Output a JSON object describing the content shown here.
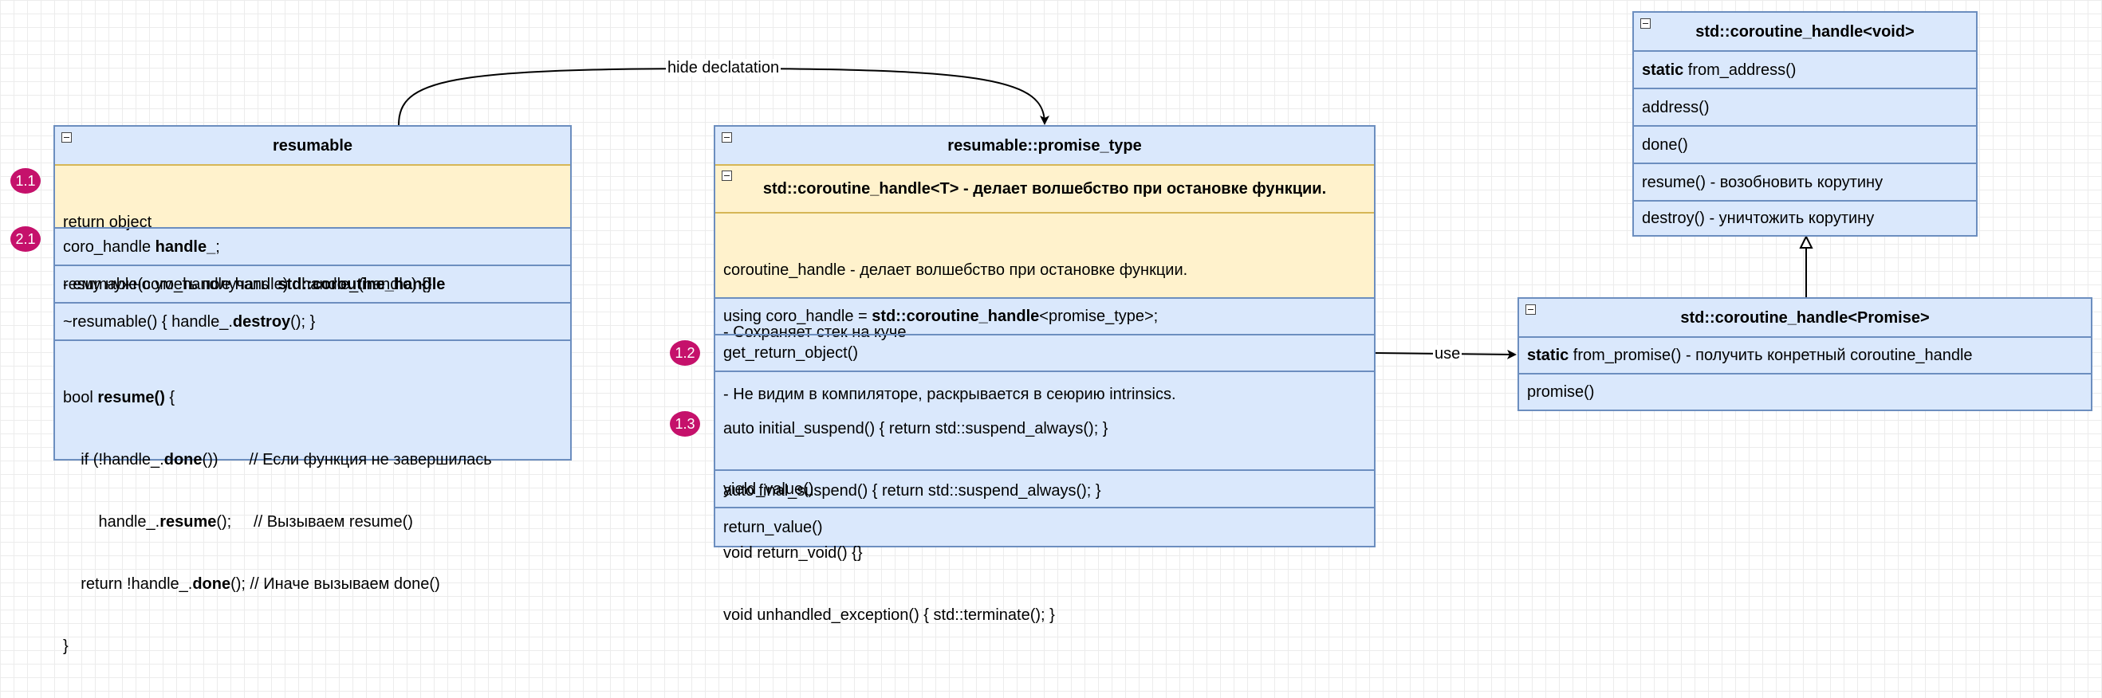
{
  "resumable": {
    "title": "resumable",
    "return_object_line1": "return object",
    "return_object_line2_prefix": "- ему нужно уметь получать  ",
    "return_object_line2_bold": "std::coroutine_handle",
    "field_prefix": "coro_handle ",
    "field_bold": "handle_",
    "field_suffix": ";",
    "ctor": "resumable(coro_handle handle) : handle_(handle) {}",
    "dtor_prefix": "~resumable() { handle_.",
    "dtor_bold": "destroy",
    "dtor_suffix": "(); }",
    "resume_l1_a": "bool ",
    "resume_l1_b": "resume()",
    "resume_l1_c": " {",
    "resume_l2_a": "    if (!handle_.",
    "resume_l2_b": "done",
    "resume_l2_c": "())       // Если функция не завершилась",
    "resume_l3_a": "        handle_.",
    "resume_l3_b": "resume",
    "resume_l3_c": "();     // Вызываем resume()",
    "resume_l4_a": "    return !handle_.",
    "resume_l4_b": "done",
    "resume_l4_c": "(); // Иначе вызываем done()",
    "resume_l5": "}"
  },
  "promise_type": {
    "title": "resumable::promise_type",
    "handle_title": "std::coroutine_handle<T> - делает волшебство при остановке функции.",
    "desc_line1": "coroutine_handle - делает волшебство при остановке функции.",
    "desc_line2": "- Сохраняет стек на куче",
    "desc_line3": "- Не видим в компиляторе, раскрывается в сеюрию intrinsics.",
    "using_prefix": "using coro_handle = ",
    "using_bold": "std::coroutine_handle",
    "using_suffix": "<promise_type>;",
    "get_return_object": "get_return_object()",
    "suspend_line1": "auto initial_suspend() { return std::suspend_always(); }",
    "suspend_line2": "auto final_suspend() { return std::suspend_always(); }",
    "suspend_line3": "void return_void() {}",
    "suspend_line4": "void unhandled_exception() { std::terminate(); }",
    "yield_value": "yield_value()",
    "return_value": "return_value()"
  },
  "handle_void": {
    "title": "std::coroutine_handle<void>",
    "from_address_bold": "static",
    "from_address_rest": " from_address()",
    "address": "address()",
    "done": "done()",
    "resume": "resume() - возобновить корутину",
    "destroy": "destroy() - уничтожить корутину"
  },
  "handle_promise": {
    "title": "std::coroutine_handle<Promise>",
    "from_promise_bold": "static",
    "from_promise_rest": " from_promise() - получить конретный coroutine_handle",
    "promise": "promise()"
  },
  "edges": {
    "hide_declaration": "hide declatation",
    "use": "use"
  },
  "markers": {
    "m11": "1.1",
    "m21": "2.1",
    "m12": "1.2",
    "m13": "1.3"
  }
}
